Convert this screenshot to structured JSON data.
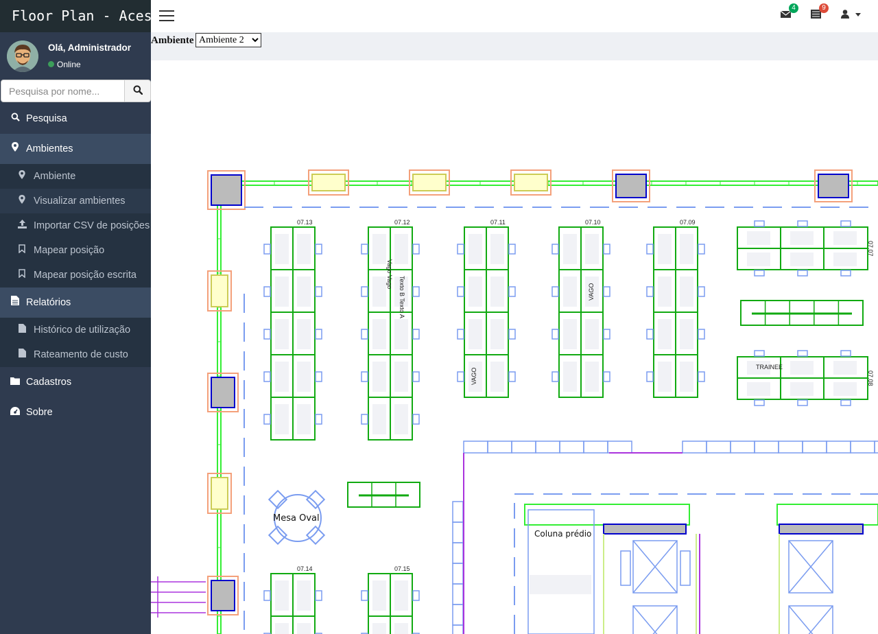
{
  "app": {
    "title": "Floor Plan - Acesoft"
  },
  "user": {
    "greeting": "Olá, Administrador",
    "status": "Online"
  },
  "search": {
    "placeholder": "Pesquisa por nome..."
  },
  "menu": {
    "pesquisa": "Pesquisa",
    "ambientes": "Ambientes",
    "ambientes_items": [
      "Ambiente",
      "Visualizar ambientes",
      "Importar CSV de posições",
      "Mapear posição",
      "Mapear posição escrita"
    ],
    "relatorios": "Relatórios",
    "relatorios_items": [
      "Histórico de utilização",
      "Rateamento de custo"
    ],
    "cadastros": "Cadastros",
    "sobre": "Sobre"
  },
  "topbar": {
    "messages_count": "4",
    "tasks_count": "9"
  },
  "environment": {
    "label": "Ambiente",
    "selected": "Ambiente 2"
  },
  "plan": {
    "mesa_oval": "Mesa Oval",
    "coluna_predio": "Coluna prédio",
    "trainee": "TRAINEE",
    "vago": "VAGO",
    "vago_pair": "Vago Vago",
    "texto_pair": "Texto B Texto A",
    "cluster_labels": [
      "07.13",
      "07.12",
      "07.11",
      "07.10",
      "07.09",
      "07.07",
      "07.08",
      "07.14",
      "07.15"
    ]
  },
  "colors": {
    "sidebar": "#2f3b4f",
    "logo": "#222d32",
    "green": "#00aa00",
    "blue": "#7799ee",
    "salmon": "#f4a07a",
    "magenta": "#aa33dd"
  }
}
